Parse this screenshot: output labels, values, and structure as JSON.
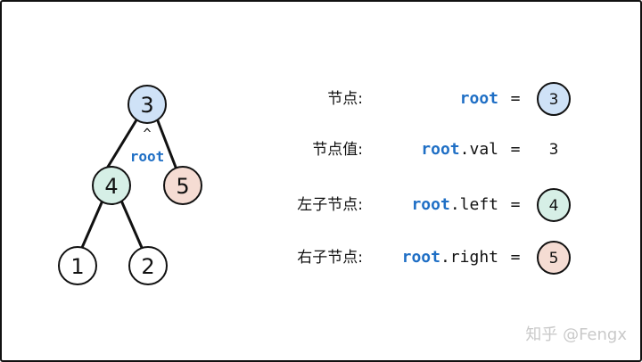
{
  "tree": {
    "nodes": [
      {
        "id": "n3",
        "value": "3",
        "color": "#cfe2f7"
      },
      {
        "id": "n4",
        "value": "4",
        "color": "#d6efe6"
      },
      {
        "id": "n5",
        "value": "5",
        "color": "#f5dcd3"
      },
      {
        "id": "n1",
        "value": "1",
        "color": "#ffffff"
      },
      {
        "id": "n2",
        "value": "2",
        "color": "#ffffff"
      }
    ],
    "edges": [
      [
        "n3",
        "n4"
      ],
      [
        "n3",
        "n5"
      ],
      [
        "n4",
        "n1"
      ],
      [
        "n4",
        "n2"
      ]
    ],
    "pointer": {
      "caret": "^",
      "label": "root"
    }
  },
  "rows": [
    {
      "label": "节点:",
      "var": "root",
      "field": "",
      "eq": "=",
      "value": "3",
      "circle_color": "#cfe2f7"
    },
    {
      "label": "节点值:",
      "var": "root",
      "field": ".val",
      "eq": "=",
      "value": "3",
      "circle_color": ""
    },
    {
      "label": "左子节点:",
      "var": "root",
      "field": ".left",
      "eq": "=",
      "value": "4",
      "circle_color": "#d6efe6"
    },
    {
      "label": "右子节点:",
      "var": "root",
      "field": ".right",
      "eq": "=",
      "value": "5",
      "circle_color": "#f5dcd3"
    }
  ],
  "watermark": "知乎 @Fengx",
  "colors": {
    "keyword": "#1f6fc5",
    "stroke": "#111111"
  }
}
